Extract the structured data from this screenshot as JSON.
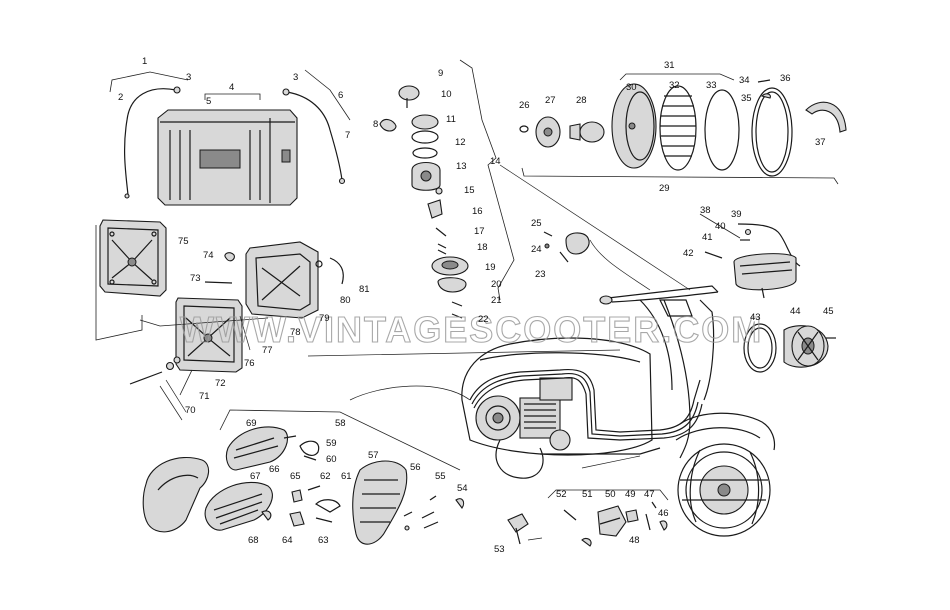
{
  "watermark": "WWW.VINTAGESCOOTER.COM",
  "callouts": [
    {
      "id": "c1",
      "text": "1"
    },
    {
      "id": "c2",
      "text": "2"
    },
    {
      "id": "c3a",
      "text": "3"
    },
    {
      "id": "c3b",
      "text": "3"
    },
    {
      "id": "c4",
      "text": "4"
    },
    {
      "id": "c5",
      "text": "5"
    },
    {
      "id": "c6",
      "text": "6"
    },
    {
      "id": "c7",
      "text": "7"
    },
    {
      "id": "c8",
      "text": "8"
    },
    {
      "id": "c9",
      "text": "9"
    },
    {
      "id": "c10",
      "text": "10"
    },
    {
      "id": "c11",
      "text": "11"
    },
    {
      "id": "c12",
      "text": "12"
    },
    {
      "id": "c13",
      "text": "13"
    },
    {
      "id": "c14",
      "text": "14"
    },
    {
      "id": "c15",
      "text": "15"
    },
    {
      "id": "c16",
      "text": "16"
    },
    {
      "id": "c17",
      "text": "17"
    },
    {
      "id": "c18",
      "text": "18"
    },
    {
      "id": "c19",
      "text": "19"
    },
    {
      "id": "c20",
      "text": "20"
    },
    {
      "id": "c21",
      "text": "21"
    },
    {
      "id": "c22",
      "text": "22"
    },
    {
      "id": "c23",
      "text": "23"
    },
    {
      "id": "c24",
      "text": "24"
    },
    {
      "id": "c25",
      "text": "25"
    },
    {
      "id": "c26",
      "text": "26"
    },
    {
      "id": "c27",
      "text": "27"
    },
    {
      "id": "c28",
      "text": "28"
    },
    {
      "id": "c29",
      "text": "29"
    },
    {
      "id": "c30",
      "text": "30"
    },
    {
      "id": "c31",
      "text": "31"
    },
    {
      "id": "c32",
      "text": "32"
    },
    {
      "id": "c33",
      "text": "33"
    },
    {
      "id": "c34",
      "text": "34"
    },
    {
      "id": "c35",
      "text": "35"
    },
    {
      "id": "c36",
      "text": "36"
    },
    {
      "id": "c37",
      "text": "37"
    },
    {
      "id": "c38",
      "text": "38"
    },
    {
      "id": "c39",
      "text": "39"
    },
    {
      "id": "c40",
      "text": "40"
    },
    {
      "id": "c41",
      "text": "41"
    },
    {
      "id": "c42",
      "text": "42"
    },
    {
      "id": "c43",
      "text": "43"
    },
    {
      "id": "c44",
      "text": "44"
    },
    {
      "id": "c45",
      "text": "45"
    },
    {
      "id": "c46",
      "text": "46"
    },
    {
      "id": "c47",
      "text": "47"
    },
    {
      "id": "c48",
      "text": "48"
    },
    {
      "id": "c49",
      "text": "49"
    },
    {
      "id": "c50",
      "text": "50"
    },
    {
      "id": "c51",
      "text": "51"
    },
    {
      "id": "c52",
      "text": "52"
    },
    {
      "id": "c53",
      "text": "53"
    },
    {
      "id": "c54",
      "text": "54"
    },
    {
      "id": "c55",
      "text": "55"
    },
    {
      "id": "c56",
      "text": "56"
    },
    {
      "id": "c57",
      "text": "57"
    },
    {
      "id": "c58",
      "text": "58"
    },
    {
      "id": "c59",
      "text": "59"
    },
    {
      "id": "c60",
      "text": "60"
    },
    {
      "id": "c61",
      "text": "61"
    },
    {
      "id": "c62",
      "text": "62"
    },
    {
      "id": "c63",
      "text": "63"
    },
    {
      "id": "c64",
      "text": "64"
    },
    {
      "id": "c65",
      "text": "65"
    },
    {
      "id": "c66",
      "text": "66"
    },
    {
      "id": "c67",
      "text": "67"
    },
    {
      "id": "c68",
      "text": "68"
    },
    {
      "id": "c69",
      "text": "69"
    },
    {
      "id": "c70",
      "text": "70"
    },
    {
      "id": "c71",
      "text": "71"
    },
    {
      "id": "c72",
      "text": "72"
    },
    {
      "id": "c73",
      "text": "73"
    },
    {
      "id": "c74",
      "text": "74"
    },
    {
      "id": "c75",
      "text": "75"
    },
    {
      "id": "c76",
      "text": "76"
    },
    {
      "id": "c77",
      "text": "77"
    },
    {
      "id": "c78",
      "text": "78"
    },
    {
      "id": "c79",
      "text": "79"
    },
    {
      "id": "c80",
      "text": "80"
    },
    {
      "id": "c81",
      "text": "81"
    }
  ]
}
